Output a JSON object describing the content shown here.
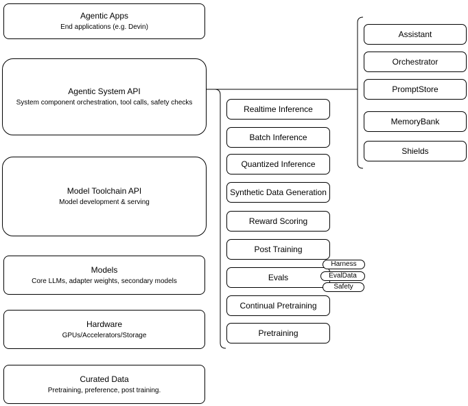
{
  "diagram": {
    "left_stack": [
      {
        "title": "Agentic Apps",
        "subtitle": "End applications (e.g. Devin)"
      },
      {
        "title": "Agentic System API",
        "subtitle": "System component orchestration, tool calls, safety checks"
      },
      {
        "title": "Model Toolchain API",
        "subtitle": "Model development & serving"
      },
      {
        "title": "Models",
        "subtitle": "Core LLMs, adapter weights, secondary models"
      },
      {
        "title": "Hardware",
        "subtitle": "GPUs/Accelerators/Storage"
      },
      {
        "title": "Curated Data",
        "subtitle": "Pretraining, preference, post training."
      }
    ],
    "middle_stack": [
      "Realtime Inference",
      "Batch Inference",
      "Quantized Inference",
      "Synthetic Data Generation",
      "Reward Scoring",
      "Post Training",
      "Evals",
      "Continual Pretraining",
      "Pretraining"
    ],
    "eval_tags": [
      "Harness",
      "EvalData",
      "Safety"
    ],
    "right_stack": [
      "Assistant",
      "Orchestrator",
      "PromptStore",
      "MemoryBank",
      "Shields"
    ],
    "colors": {
      "border": "#000000",
      "fill": "#ffffff",
      "text": "#000000"
    }
  }
}
